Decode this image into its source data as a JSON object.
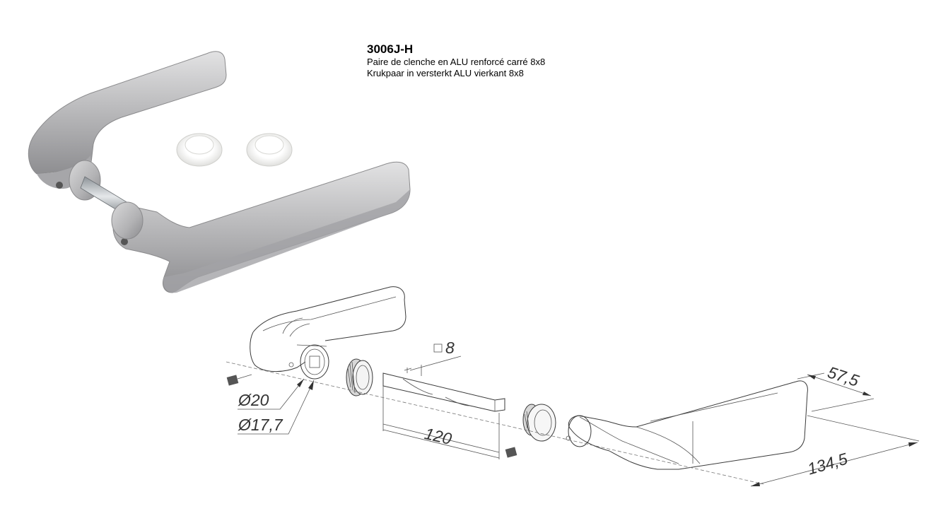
{
  "product": {
    "code": "3006J-H",
    "description_fr": "Paire de clenche en ALU renforcé carré 8x8",
    "description_nl": "Krukpaar in versterkt ALU vierkant 8x8"
  },
  "dimensions": {
    "d20": "Ø20",
    "d17_7": "Ø17,7",
    "square": "8",
    "spindle_length": "120",
    "rose_width": "57,5",
    "handle_length": "134,5"
  },
  "colors": {
    "aluminium": "#b9b9bb",
    "ring": "#ececea",
    "line": "#3a3a3a"
  }
}
